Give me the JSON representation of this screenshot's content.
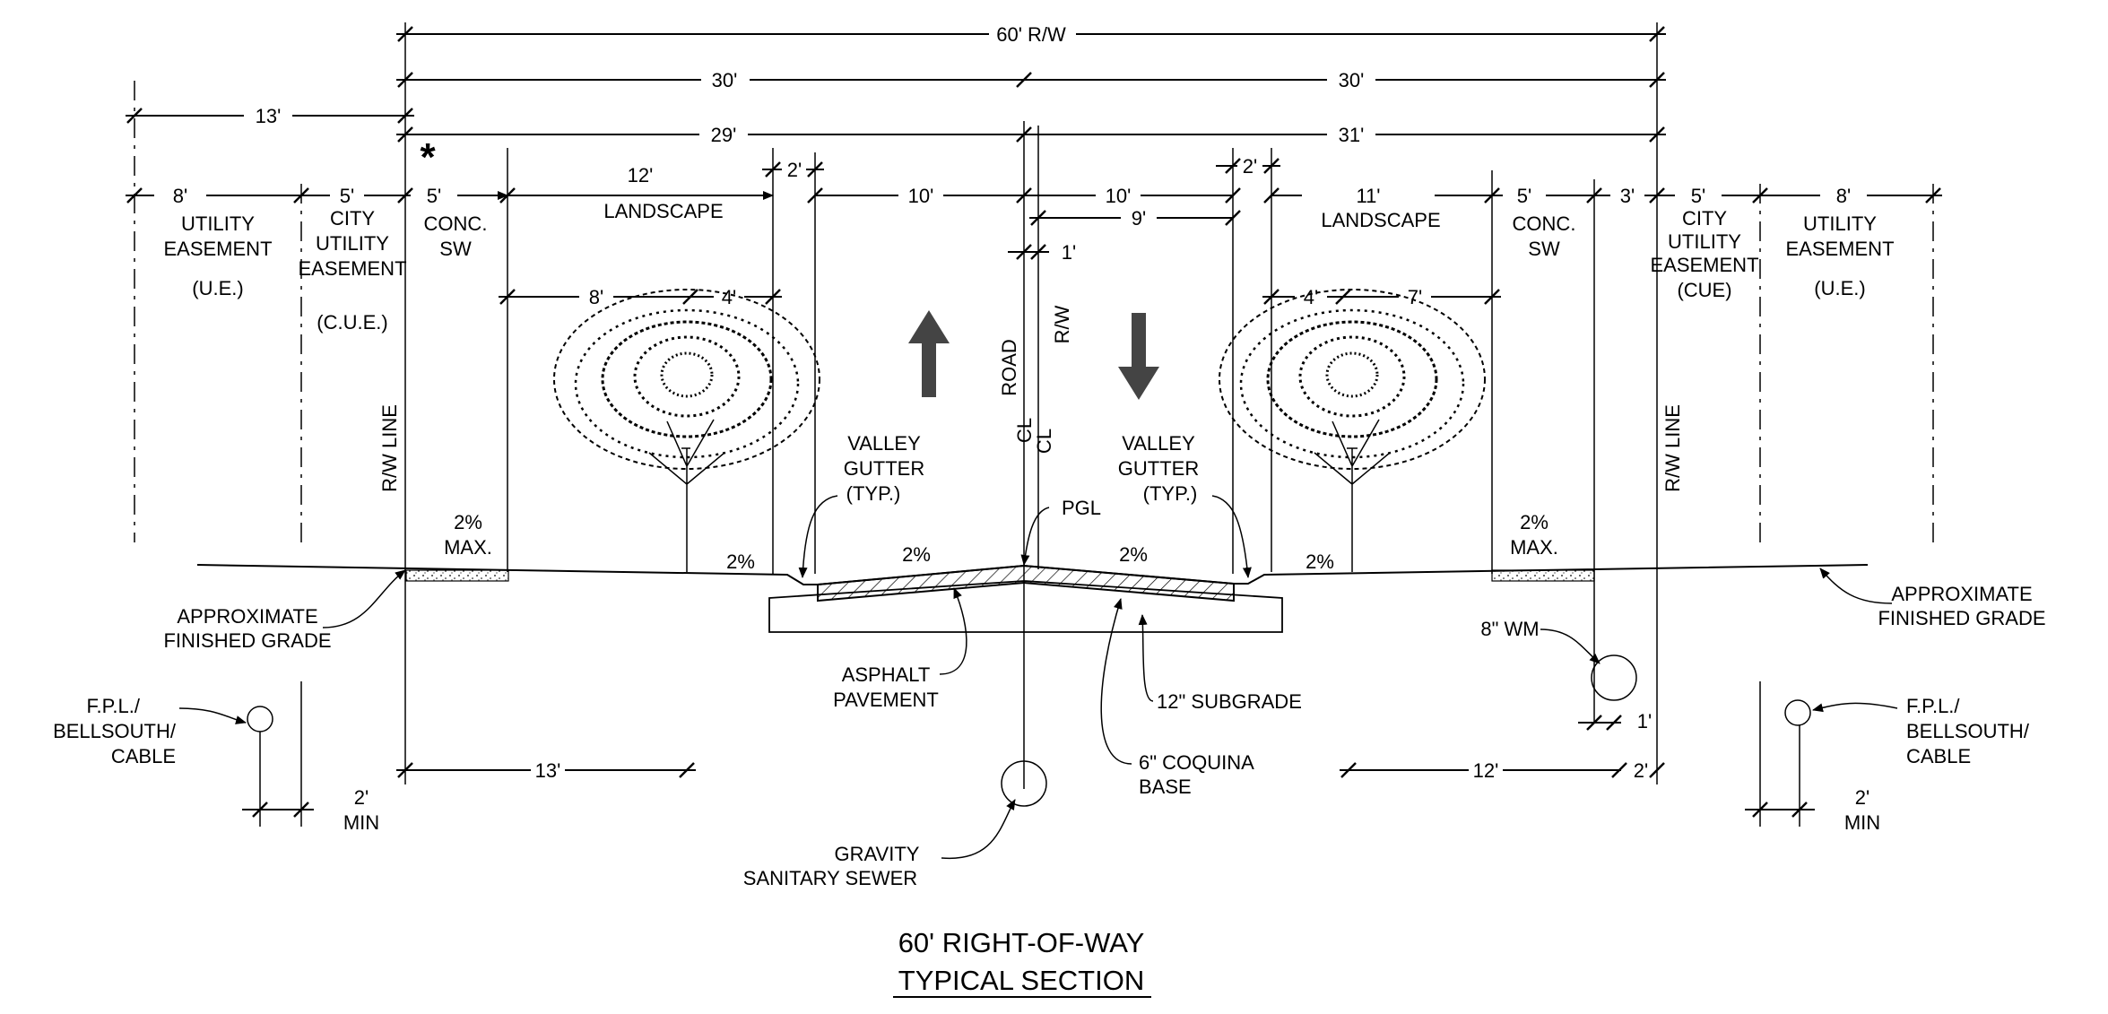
{
  "drawing": {
    "title_line1": "60' RIGHT-OF-WAY",
    "title_line2": "TYPICAL SECTION",
    "asterisk": "*"
  },
  "dimensions": {
    "rw_total": "60' R/W",
    "half_left": "30'",
    "half_right": "30'",
    "left_easement_total": "13'",
    "left_29": "29'",
    "right_31": "31'",
    "ue_left": "8'",
    "cue_left": "5'",
    "sw_left": "5'",
    "landscape_left": "12'",
    "gutter_left": "2'",
    "lane_left": "10'",
    "lane_right": "10'",
    "gutter_right": "2'",
    "landscape_right": "11'",
    "sw_right": "5'",
    "gap_right": "3'",
    "cue_right": "5'",
    "ue_right": "8'",
    "road_to_gutter": "9'",
    "cl_offset": "1'",
    "tree_left_a": "8'",
    "tree_left_b": "4'",
    "tree_right_a": "4'",
    "tree_right_b": "7'",
    "tree_left_bottom": "13'",
    "tree_right_bottom": "12'",
    "wm_offset_a": "1'",
    "wm_offset_b": "2'",
    "fpl_left_min_value": "2'",
    "fpl_left_min_label": "MIN",
    "fpl_right_min_value": "2'",
    "fpl_right_min_label": "MIN"
  },
  "labels": {
    "ue_left": [
      "UTILITY",
      "EASEMENT",
      "(U.E.)"
    ],
    "cue_left": [
      "CITY",
      "UTILITY",
      "EASEMENT",
      "(C.U.E.)"
    ],
    "sw_left": [
      "CONC.",
      "SW"
    ],
    "landscape_left": "LANDSCAPE",
    "landscape_right": "LANDSCAPE",
    "sw_right": [
      "CONC.",
      "SW"
    ],
    "cue_right": [
      "CITY",
      "UTILITY",
      "EASEMENT",
      "(CUE)"
    ],
    "ue_right": [
      "UTILITY",
      "EASEMENT",
      "(U.E.)"
    ],
    "rw_line_left": "R/W LINE",
    "rw_line_right": "R/W LINE",
    "road_cl": "ROAD",
    "cl_a": "CL",
    "cl_b": "CL",
    "rw_vertical": "R/W",
    "valley_gutter_left": [
      "VALLEY",
      "GUTTER",
      "(TYP.)"
    ],
    "valley_gutter_right": [
      "VALLEY",
      "GUTTER",
      "(TYP.)"
    ],
    "pgl": "PGL",
    "slope_sw_left": [
      "2%",
      "MAX."
    ],
    "slope_sw_right": [
      "2%",
      "MAX."
    ],
    "slope_landscape_left": "2%",
    "slope_road_left": "2%",
    "slope_road_right": "2%",
    "slope_landscape_right": "2%",
    "grade_left": [
      "APPROXIMATE",
      "FINISHED GRADE"
    ],
    "grade_right": [
      "APPROXIMATE",
      "FINISHED GRADE"
    ],
    "fpl_left": [
      "F.P.L./",
      "BELLSOUTH/",
      "CABLE"
    ],
    "fpl_right": [
      "F.P.L./",
      "BELLSOUTH/",
      "CABLE"
    ],
    "asphalt": [
      "ASPHALT",
      "PAVEMENT"
    ],
    "subgrade": "12\" SUBGRADE",
    "coquina": [
      "6\" COQUINA",
      "BASE"
    ],
    "wm": "8\" WM",
    "sewer": [
      "GRAVITY",
      "SANITARY SEWER"
    ]
  }
}
